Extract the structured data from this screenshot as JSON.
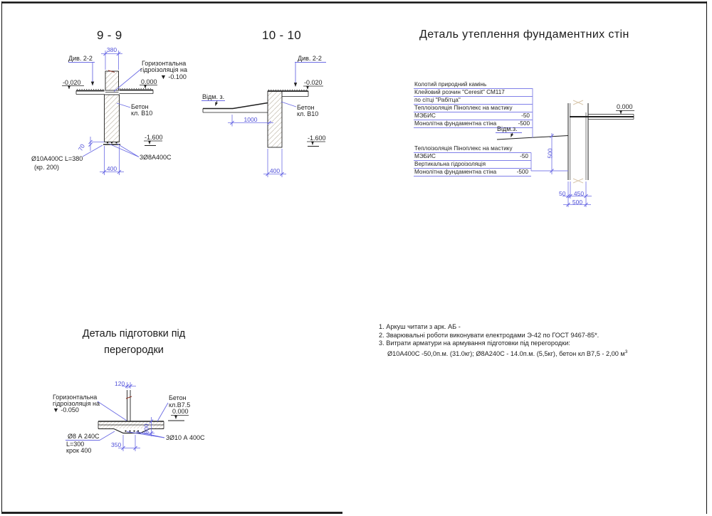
{
  "colors": {
    "line": "#1f1f1f",
    "dim_blue": "#5a5ae0",
    "break_red": "#8a3324",
    "break_tan": "#d8c7ac"
  },
  "section_9_9": {
    "title": "9 - 9",
    "dim_width_top": "380",
    "dim_width_bottom": "400",
    "dim_rebar_offset": "70",
    "ref_label": "Див. 2-2",
    "waterproofing_1": "Горизонтальна",
    "waterproofing_2": "гідроізоляція на",
    "waterproofing_elev": "▼ -0.100",
    "elev_left": "-0.020",
    "elev_right": "0.000",
    "concrete_1": "Бетон",
    "concrete_2": "кл. В10",
    "elev_bottom": "-1.600",
    "rebar_bottom_1": "Ø10А400С  L=380",
    "rebar_bottom_2": "(кр. 200)",
    "rebar_bottom_3": "3Ø8А400С"
  },
  "section_10_10": {
    "title": "10 - 10",
    "ref_label": "Див. 2-2",
    "elev_top": "-0.020",
    "ground_label": "Відм. з.",
    "dim_offset": "1000",
    "concrete_1": "Бетон",
    "concrete_2": "кл. В10",
    "elev_bottom": "-1.600",
    "dim_width": "400"
  },
  "insulation_detail": {
    "title": "Деталь утеплення фундаментних стін",
    "upper_layers": [
      {
        "label": "Колотий природний камінь",
        "value": ""
      },
      {
        "label": "Клейовий розчин \"Ceresit\" СМ117",
        "value": ""
      },
      {
        "label": "по сітці \"Рабітца\"",
        "value": ""
      },
      {
        "label": "Теплоізоляція Піноплекс на мастику",
        "value": ""
      },
      {
        "label": "МЭБИС",
        "value": "-50"
      },
      {
        "label": "Монолітна фундаментна стіна",
        "value": "-500"
      }
    ],
    "elev_top": "0.000",
    "ground_label": "Відм.з.",
    "lower_layers": [
      {
        "label": "Теплоізоляція Піноплекс на мастику",
        "value": ""
      },
      {
        "label": "МЭБИС",
        "value": "-50"
      },
      {
        "label": "Вертикальна гідроізоляція",
        "value": ""
      },
      {
        "label": "Монолітна фундаментна стіна",
        "value": "-500"
      }
    ],
    "dim_depth": "500",
    "dim_insulation": "50",
    "dim_wall": "450",
    "dim_total": "500"
  },
  "prep_detail": {
    "title_1": "Деталь підготовки під",
    "title_2": "перегородки",
    "dim_partition": "120",
    "waterproofing_1": "Горизонтальна",
    "waterproofing_2": "гідроізоляція на",
    "waterproofing_elev": "▼ -0.050",
    "concrete_1": "Бетон",
    "concrete_2": "кл.В7.5",
    "elev": "0.000",
    "rebar_1": "Ø8 А 240С",
    "rebar_2": "L=300",
    "rebar_3": "крок 400",
    "dim_width": "350",
    "dim_depth": "300",
    "rebar_bottom": "3Ø10 А 400С"
  },
  "notes": {
    "line_1": "1. Аркуш читати з арк. АБ -",
    "line_2": "2. Зварювальні роботи виконувати електродами Э-42 по ГОСТ 9467-85*.",
    "line_3": "3. Витрати арматури на армування підготовки під перегородки:",
    "line_4": "Ø10А400С -50,0п.м. (31.0кг);  Ø8А240С - 14.0п.м. (5,5кг), бетон кл В7,5 - 2,00 м",
    "line_4_sup": "3"
  }
}
